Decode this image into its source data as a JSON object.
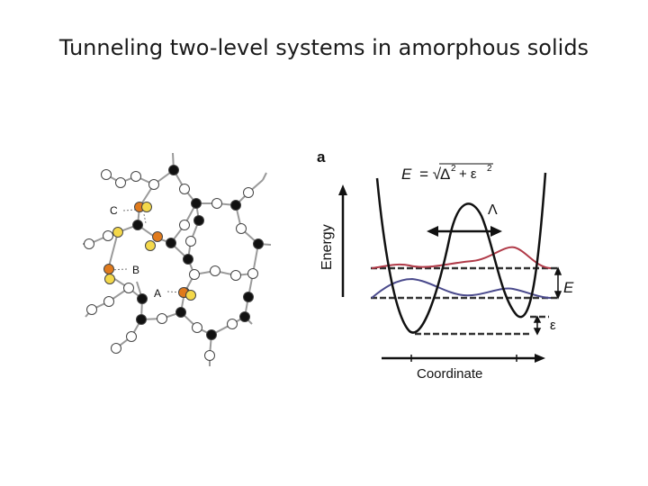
{
  "slide": {
    "title": "Tunneling two-level systems in amorphous solids"
  },
  "lattice": {
    "labels": {
      "c": "C",
      "b": "B",
      "a": "A"
    },
    "colors": {
      "bond": "#9a9a9a",
      "black_atom": "#111111",
      "white_atom": "#ffffff",
      "orange_atom": "#e07a1c",
      "yellow_atom": "#f4d84a"
    }
  },
  "potential": {
    "panel_label": "a",
    "formula": {
      "lhs": "E",
      "eq": "= √",
      "delta2": "Δ",
      "exp": "2",
      "plus": "+ ε",
      "exp2": "2"
    },
    "y_axis_label": "Energy",
    "x_axis_label": "Coordinate",
    "tunnel_label": "Λ",
    "splitting_label": "E",
    "asymmetry_label": "ε",
    "colors": {
      "well": "#111111",
      "upper_level": "#b03a48",
      "lower_level": "#4a4a8c",
      "dashed": "#333333"
    }
  }
}
